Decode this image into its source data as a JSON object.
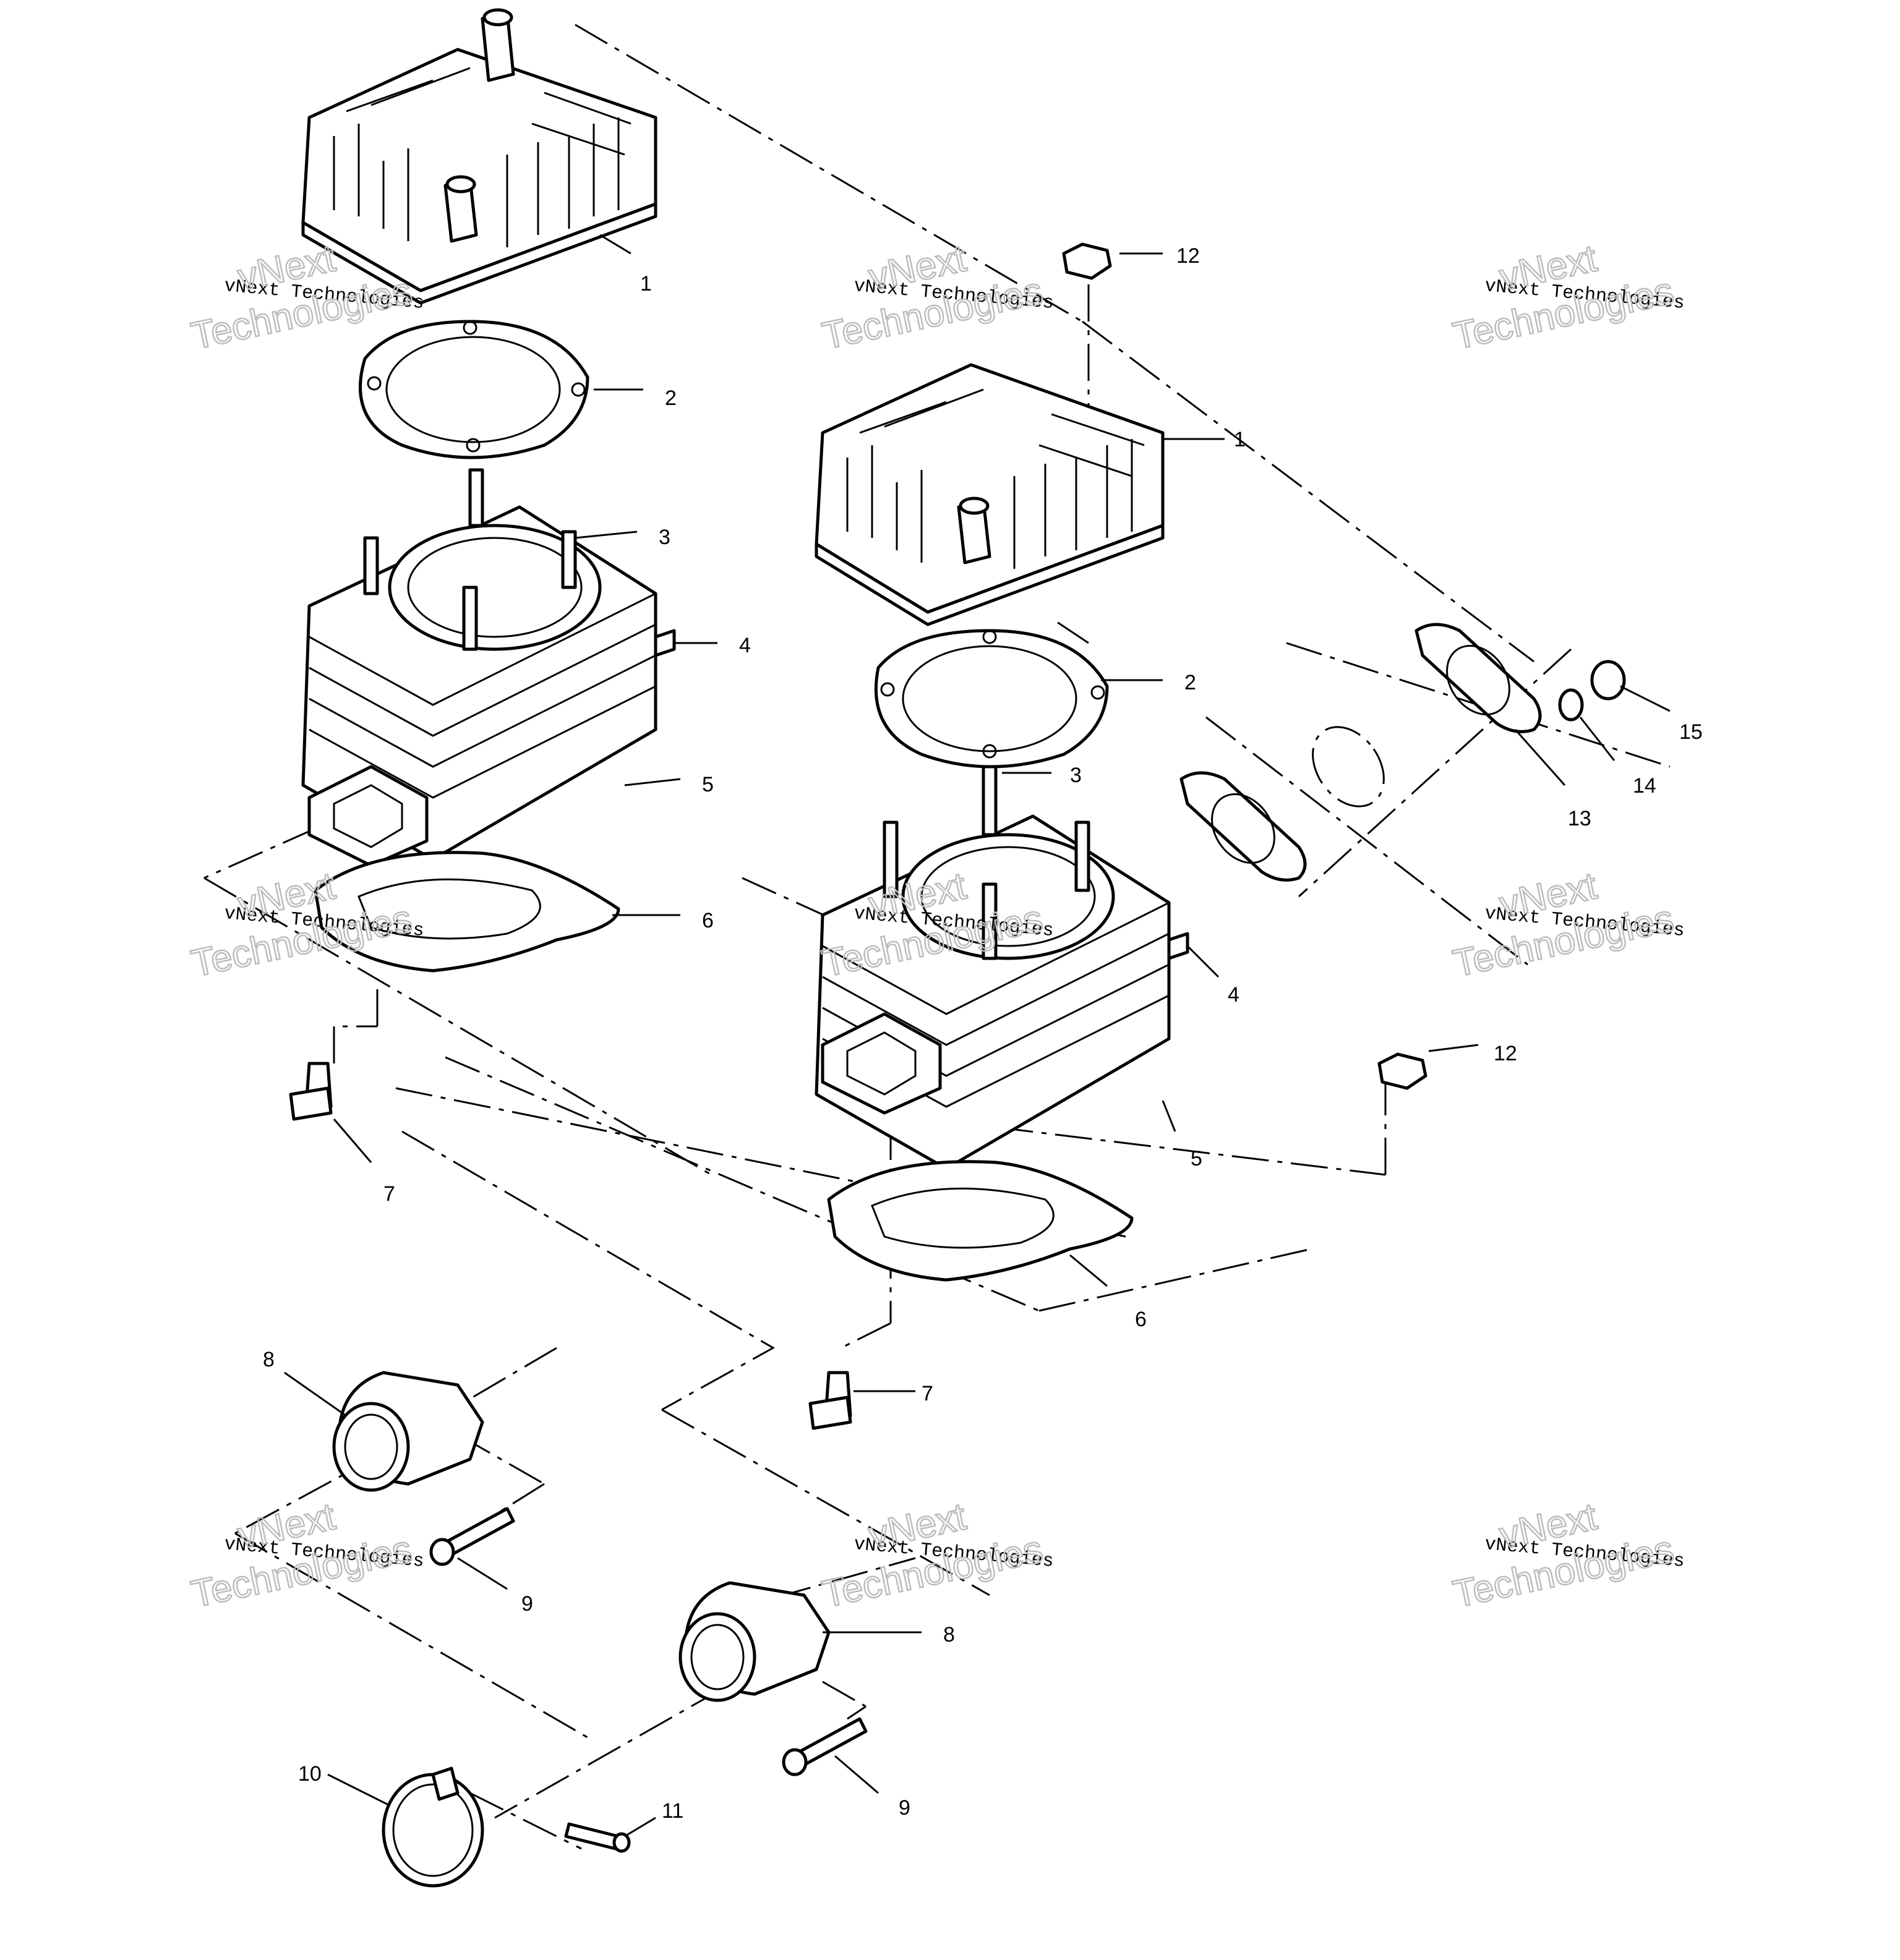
{
  "callouts": [
    {
      "id": "c1a",
      "text": "1"
    },
    {
      "id": "c1b",
      "text": "1"
    },
    {
      "id": "c2a",
      "text": "2"
    },
    {
      "id": "c2b",
      "text": "2"
    },
    {
      "id": "c3a",
      "text": "3"
    },
    {
      "id": "c3b",
      "text": "3"
    },
    {
      "id": "c4a",
      "text": "4"
    },
    {
      "id": "c4b",
      "text": "4"
    },
    {
      "id": "c5a",
      "text": "5"
    },
    {
      "id": "c5b",
      "text": "5"
    },
    {
      "id": "c6a",
      "text": "6"
    },
    {
      "id": "c6b",
      "text": "6"
    },
    {
      "id": "c7a",
      "text": "7"
    },
    {
      "id": "c7b",
      "text": "7"
    },
    {
      "id": "c8a",
      "text": "8"
    },
    {
      "id": "c8b",
      "text": "8"
    },
    {
      "id": "c9a",
      "text": "9"
    },
    {
      "id": "c9b",
      "text": "9"
    },
    {
      "id": "c10",
      "text": "10"
    },
    {
      "id": "c11",
      "text": "11"
    },
    {
      "id": "c12a",
      "text": "12"
    },
    {
      "id": "c12b",
      "text": "12"
    },
    {
      "id": "c13",
      "text": "13"
    },
    {
      "id": "c14",
      "text": "14"
    },
    {
      "id": "c15",
      "text": "15"
    }
  ],
  "watermark": {
    "line1": "vNext Technologies",
    "logo_text_a": "vNext",
    "logo_text_b": "Technologies"
  }
}
